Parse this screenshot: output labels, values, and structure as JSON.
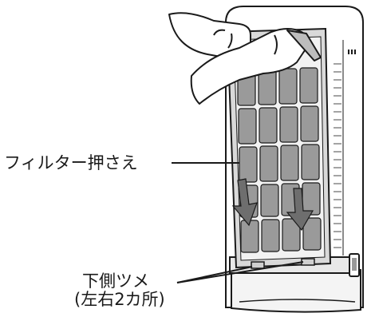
{
  "callouts": {
    "filter_holder": "フィルター押さえ",
    "bottom_claws_line1": "下側ツメ",
    "bottom_claws_line2": "(左右2カ所)"
  },
  "colors": {
    "line": "#1a1a1a",
    "filter_frame": "#d9d9d9",
    "cell_fill": "#9a9a9a",
    "arrow": "#6e6e6e"
  }
}
